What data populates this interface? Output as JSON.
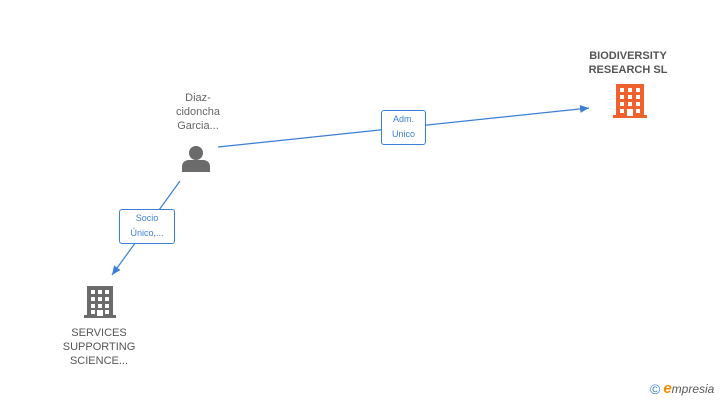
{
  "nodes": {
    "person": {
      "lines": [
        "Diaz-",
        "cidoncha",
        "Garcia..."
      ],
      "icon": "person-icon"
    },
    "company_main": {
      "lines": [
        "BIODIVERSITY",
        "RESEARCH SL"
      ],
      "icon": "building-icon",
      "color": "#f0622d"
    },
    "company_sub": {
      "lines": [
        "SERVICES",
        "SUPPORTING",
        "SCIENCE..."
      ],
      "icon": "building-icon",
      "color": "#6b6b6b"
    }
  },
  "edges": {
    "adm": {
      "lines": [
        "Adm.",
        "Unico"
      ]
    },
    "socio": {
      "lines": [
        "Socio",
        "Único,..."
      ]
    }
  },
  "colors": {
    "edge": "#3a7fd5",
    "person_icon": "#6b6b6b"
  },
  "brand": {
    "copyright": "©",
    "e": "e",
    "rest": "mpresia"
  }
}
